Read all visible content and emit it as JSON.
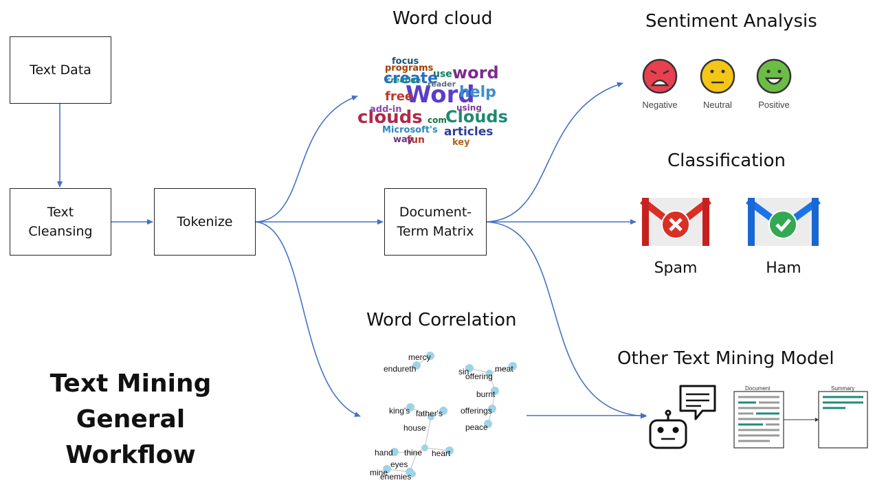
{
  "title": "Text Mining\nGeneral Workflow",
  "boxes": {
    "text_data": "Text Data",
    "text_cleansing": "Text\nCleansing",
    "tokenize": "Tokenize",
    "dtm": "Document-\nTerm Matrix"
  },
  "outputs": {
    "word_cloud": "Word cloud",
    "word_correlation": "Word Correlation",
    "sentiment": "Sentiment Analysis",
    "classification": "Classification",
    "other_model": "Other Text Mining Model"
  },
  "sentiment_faces": [
    {
      "label": "Negative",
      "color": "#e8404f"
    },
    {
      "label": "Neutral",
      "color": "#f5c518"
    },
    {
      "label": "Positive",
      "color": "#6cbd45"
    }
  ],
  "classes": [
    {
      "label": "Spam",
      "color": "#d93025"
    },
    {
      "label": "Ham",
      "color": "#1a73e8"
    }
  ],
  "doc_icons": {
    "document": "Document",
    "summary": "Summary"
  },
  "word_cloud_words": [
    "Word",
    "clouds",
    "create",
    "Clouds",
    "help",
    "word",
    "free",
    "articles",
    "add-in",
    "Microsoft's",
    "fun",
    "way",
    "programs",
    "focus",
    "using",
    "use",
    "key",
    "reader",
    "creative",
    "com"
  ],
  "correlation_words": [
    "mercy",
    "endureth",
    "sin",
    "offering",
    "meat",
    "burnt",
    "king's",
    "father's",
    "offerings",
    "house",
    "peace",
    "hand",
    "thine",
    "heart",
    "eyes",
    "mine",
    "enemies"
  ],
  "colors": {
    "arrow": "#4472c4",
    "node": "#9fd3e6"
  }
}
